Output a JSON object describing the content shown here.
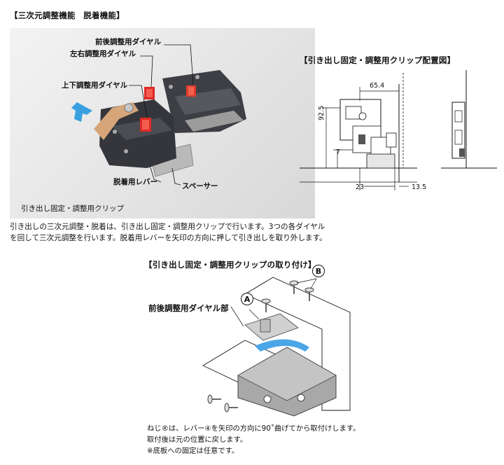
{
  "section1": {
    "title": "【三次元調整機能　脱着機能】",
    "labels": {
      "front_back_dial": "前後調整用ダイヤル",
      "left_right_dial": "左右調整用ダイヤル",
      "up_down_dial": "上下調整用ダイヤル",
      "release_lever": "脱着用レバー",
      "spacer": "スペーサー"
    },
    "photo_caption": "引き出し固定・調整用クリップ",
    "description": [
      "引き出しの三次元調整・脱着は、引き出し固定・調整用クリップで行います。3つの各ダイヤル",
      "を回して三次元調整を行います。脱着用レバーを矢印の方向に押して引き出しを取り外します。"
    ]
  },
  "section2": {
    "title": "【引き出し固定・調整用クリップ配置図】",
    "dimensions": {
      "d1": "65.4",
      "d2": "92.5",
      "d3": "7",
      "d4": "23",
      "d5": "13.5"
    }
  },
  "section3": {
    "title": "【引き出し固定・調整用クリップの取り付け】",
    "callout": "前後調整用ダイヤル部",
    "marker_a": "A",
    "marker_b": "B",
    "notes": [
      "ねじ®は、レバー④を矢印の方向に90˚曲げてから取付けします。",
      "取付後は元の位置に戻します。",
      "※底板への固定は任意です。"
    ]
  }
}
